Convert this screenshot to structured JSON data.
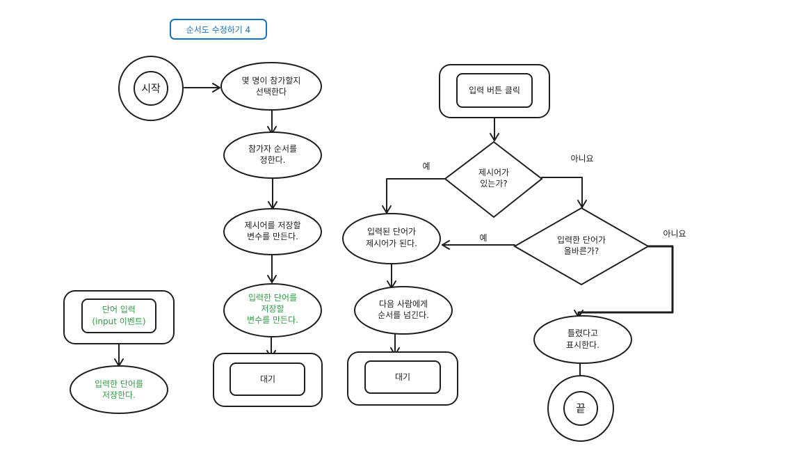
{
  "title": "순서도 수정하기 4",
  "colors": {
    "stroke": "#1e1e1e",
    "green": "#2f9e44",
    "blue": "#1971c2",
    "background": "#ffffff"
  },
  "flow1": {
    "start": "시작",
    "select_count": [
      "몇 명이 참가할지",
      "선택한다"
    ],
    "set_order": [
      "참가자 순서를",
      "정한다."
    ],
    "make_var": [
      "제시어를 저장할",
      "변수를 만든다."
    ],
    "make_input_var": [
      "입력한 단어를",
      "저장할",
      "변수를 만든다."
    ],
    "wait": "대기"
  },
  "flow2": {
    "input_event": [
      "단어 입력",
      "(input 이벤트)"
    ],
    "store_word": [
      "입력한 단어를",
      "저장한다."
    ]
  },
  "flow3": {
    "click_button": "입력 버튼 클릭",
    "has_word": [
      "제시어가",
      "있는가?"
    ],
    "becomes_word": [
      "입력된 단어가",
      "제시어가 된다."
    ],
    "next_person": [
      "다음 사람에게",
      "순서를 넘긴다."
    ],
    "wait": "대기",
    "is_correct": [
      "입력한 단어가",
      "올바른가?"
    ],
    "show_wrong": [
      "틀렸다고",
      "표시한다."
    ],
    "end": "끝",
    "yes": "예",
    "no": "아니요"
  }
}
